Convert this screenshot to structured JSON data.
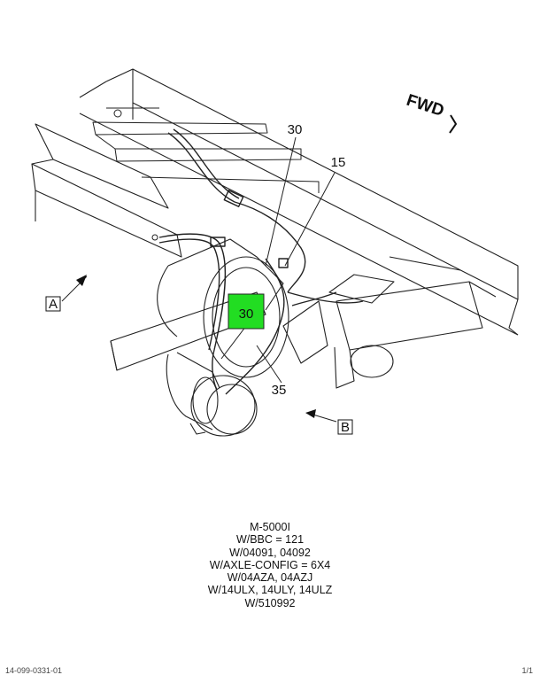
{
  "diagram": {
    "direction_label": "FWD",
    "callouts": {
      "hose_upper": "30",
      "hose_right": "15",
      "hose_lower": "35",
      "highlighted": "30"
    },
    "view_labels": {
      "a": "A",
      "b": "B"
    },
    "highlight_color": "#22dd22"
  },
  "notes": [
    "M-5000I",
    "W/BBC = 121",
    "W/04091, 04092",
    "W/AXLE-CONFIG = 6X4",
    "W/04AZA, 04AZJ",
    "W/14ULX, 14ULY, 14ULZ",
    "W/510992"
  ],
  "footer": {
    "left": "14-099-0331-01",
    "right": "1/1"
  }
}
